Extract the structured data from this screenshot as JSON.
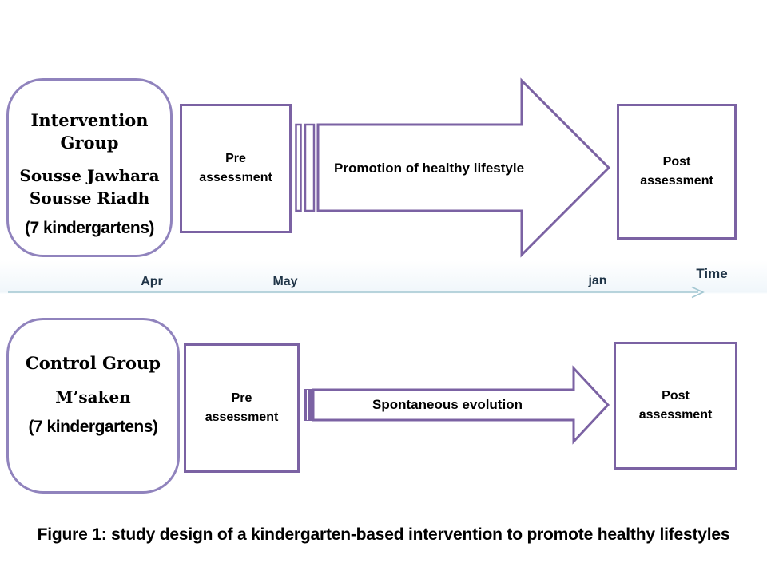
{
  "colors": {
    "box_purple": "#7B62A3",
    "rounded_purple": "#9083BD",
    "timeline_line": "#A3C7D2",
    "timeline_text": "#1F3447",
    "text": "#000000"
  },
  "intervention": {
    "group_title": "Intervention Group",
    "group_sites": "Sousse Jawhara Sousse Riadh",
    "group_note": "(7 kindergartens)",
    "pre_label": "Pre assessment",
    "arrow_label": "Promotion of healthy lifestyle",
    "post_label": "Post assessment"
  },
  "timeline": {
    "tick_apr": "Apr",
    "tick_may": "May",
    "tick_jan": "jan",
    "axis_label": "Time"
  },
  "control": {
    "group_title": "Control Group",
    "group_site": "M’saken",
    "group_note": "(7 kindergartens)",
    "pre_label": "Pre assessment",
    "arrow_label": "Spontaneous evolution",
    "post_label": "Post assessment"
  },
  "caption": "Figure 1: study design of a kindergarten-based intervention to promote healthy lifestyles"
}
